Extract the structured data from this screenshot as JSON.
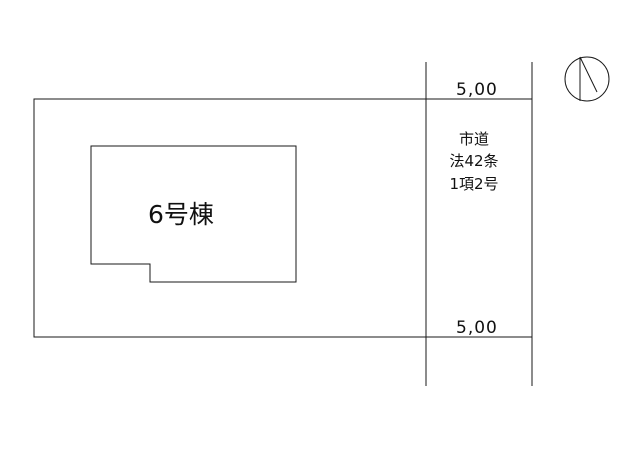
{
  "plan": {
    "building_label": "6号棟",
    "road_width_top": "5,00",
    "road_width_bottom": "5,00",
    "road_label_lines": [
      "市道",
      "法42条",
      "1項2号"
    ]
  },
  "north_arrow": {
    "icon": "north-arrow-icon"
  },
  "colors": {
    "line": "#1a1a1a",
    "background": "#ffffff"
  }
}
